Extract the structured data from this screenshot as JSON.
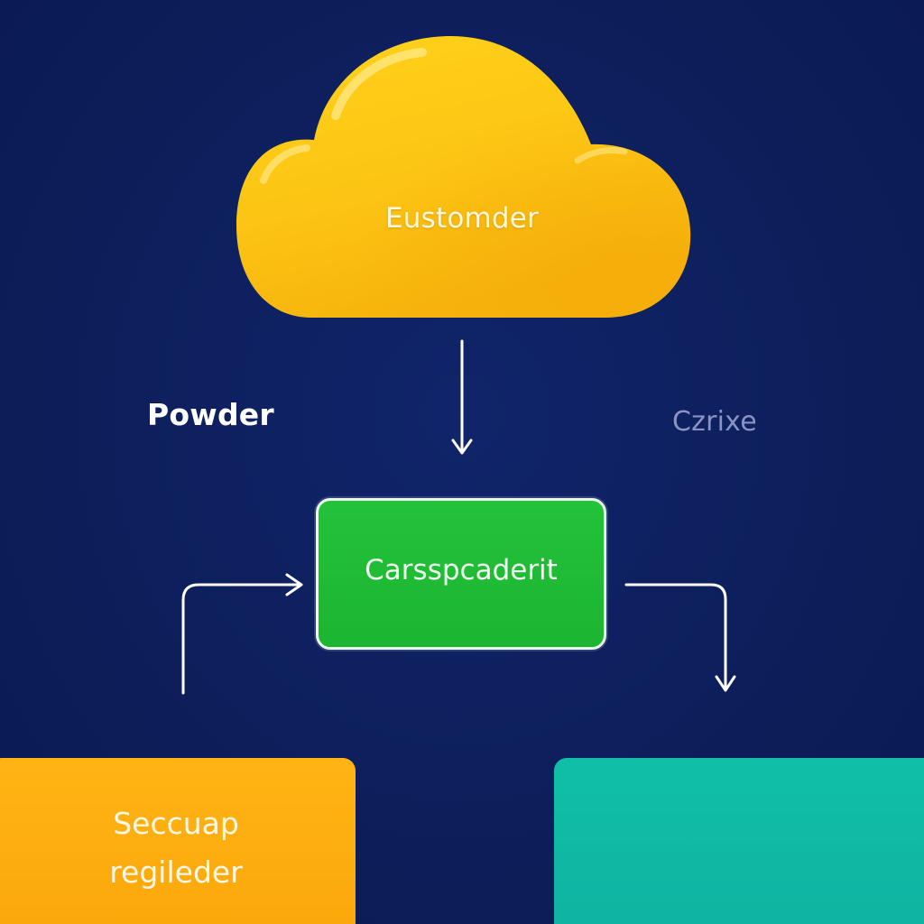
{
  "diagram": {
    "top_node": {
      "label": "Eustomder",
      "shape": "cloud",
      "color": "#fcc315"
    },
    "left_text": "Powder",
    "right_text": "Czrixe",
    "center_node": {
      "label": "Carsspcaderit",
      "color": "#21bf36"
    },
    "bottom_left_node": {
      "line1": "Seccuap",
      "line2": "regileder",
      "color": "#fdb010"
    },
    "bottom_right_node": {
      "label": "",
      "color": "#10bba5"
    },
    "background_color": "#0d1f5c",
    "connector_color": "#ffffff"
  }
}
